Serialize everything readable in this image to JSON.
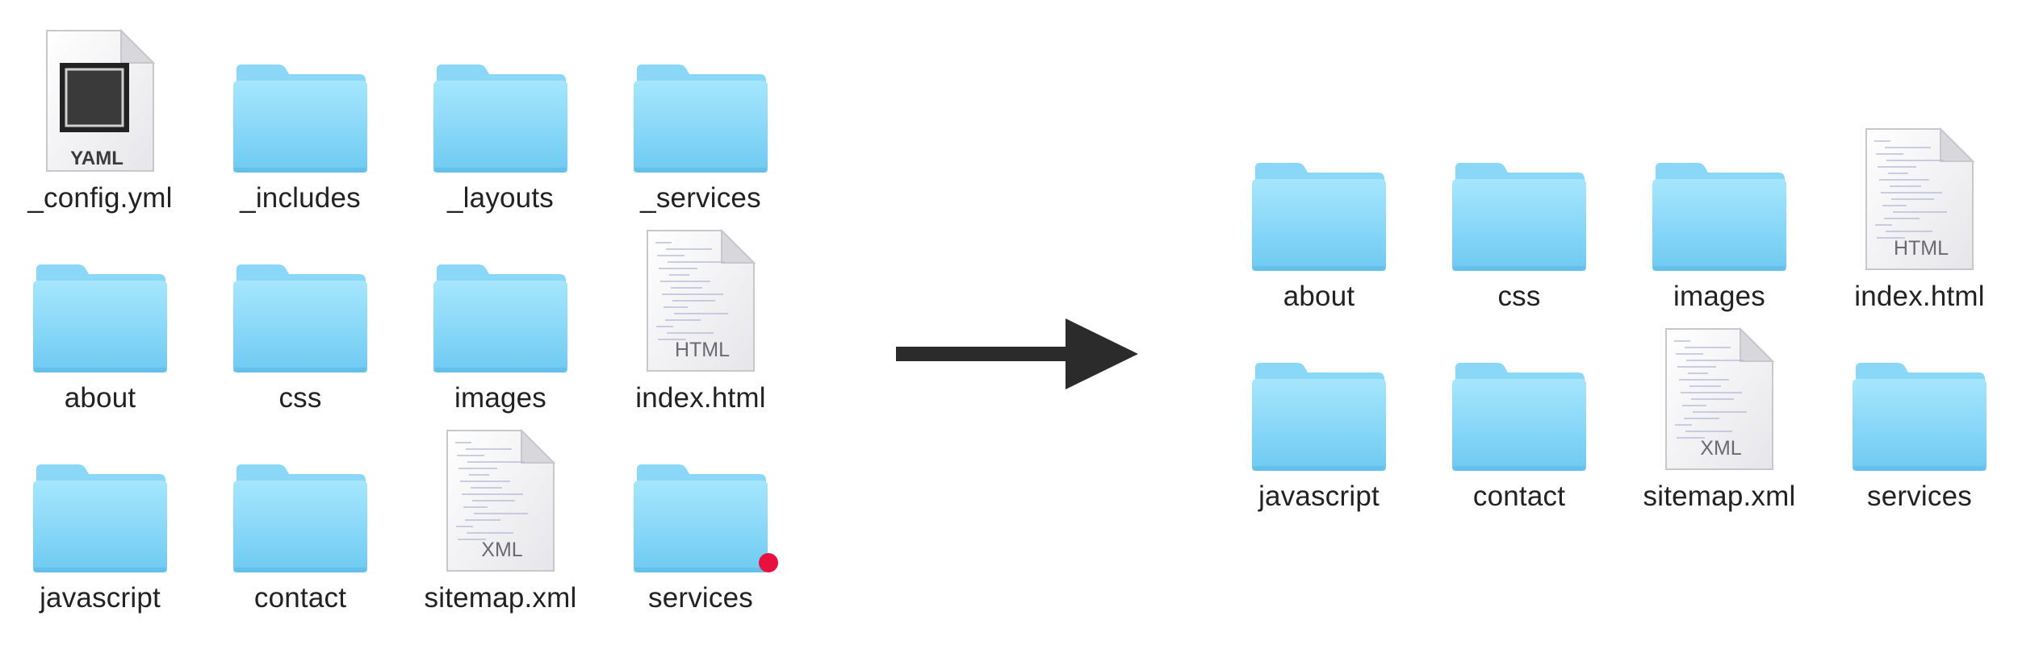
{
  "left_grid": [
    {
      "label": "_config.yml",
      "icon": "yaml-file-icon",
      "file_tag": "YAML"
    },
    {
      "label": "_includes",
      "icon": "folder-icon"
    },
    {
      "label": "_layouts",
      "icon": "folder-icon"
    },
    {
      "label": "_services",
      "icon": "folder-icon"
    },
    {
      "label": "about",
      "icon": "folder-icon"
    },
    {
      "label": "css",
      "icon": "folder-icon"
    },
    {
      "label": "images",
      "icon": "folder-icon"
    },
    {
      "label": "index.html",
      "icon": "html-file-icon",
      "file_tag": "HTML"
    },
    {
      "label": "javascript",
      "icon": "folder-icon"
    },
    {
      "label": "contact",
      "icon": "folder-icon"
    },
    {
      "label": "sitemap.xml",
      "icon": "xml-file-icon",
      "file_tag": "XML"
    },
    {
      "label": "services",
      "icon": "folder-icon",
      "tag_color": "#e8103f"
    }
  ],
  "right_grid": [
    {
      "label": "about",
      "icon": "folder-icon"
    },
    {
      "label": "css",
      "icon": "folder-icon"
    },
    {
      "label": "images",
      "icon": "folder-icon"
    },
    {
      "label": "index.html",
      "icon": "html-file-icon",
      "file_tag": "HTML"
    },
    {
      "label": "javascript",
      "icon": "folder-icon"
    },
    {
      "label": "contact",
      "icon": "folder-icon"
    },
    {
      "label": "sitemap.xml",
      "icon": "xml-file-icon",
      "file_tag": "XML"
    },
    {
      "label": "services",
      "icon": "folder-icon"
    }
  ],
  "arrow": {
    "icon": "right-arrow-icon",
    "color": "#2b2b2b"
  },
  "colors": {
    "folder_light": "#a6e6fd",
    "folder_dark": "#6ecaf2",
    "folder_tab": "#8ad7f7"
  }
}
